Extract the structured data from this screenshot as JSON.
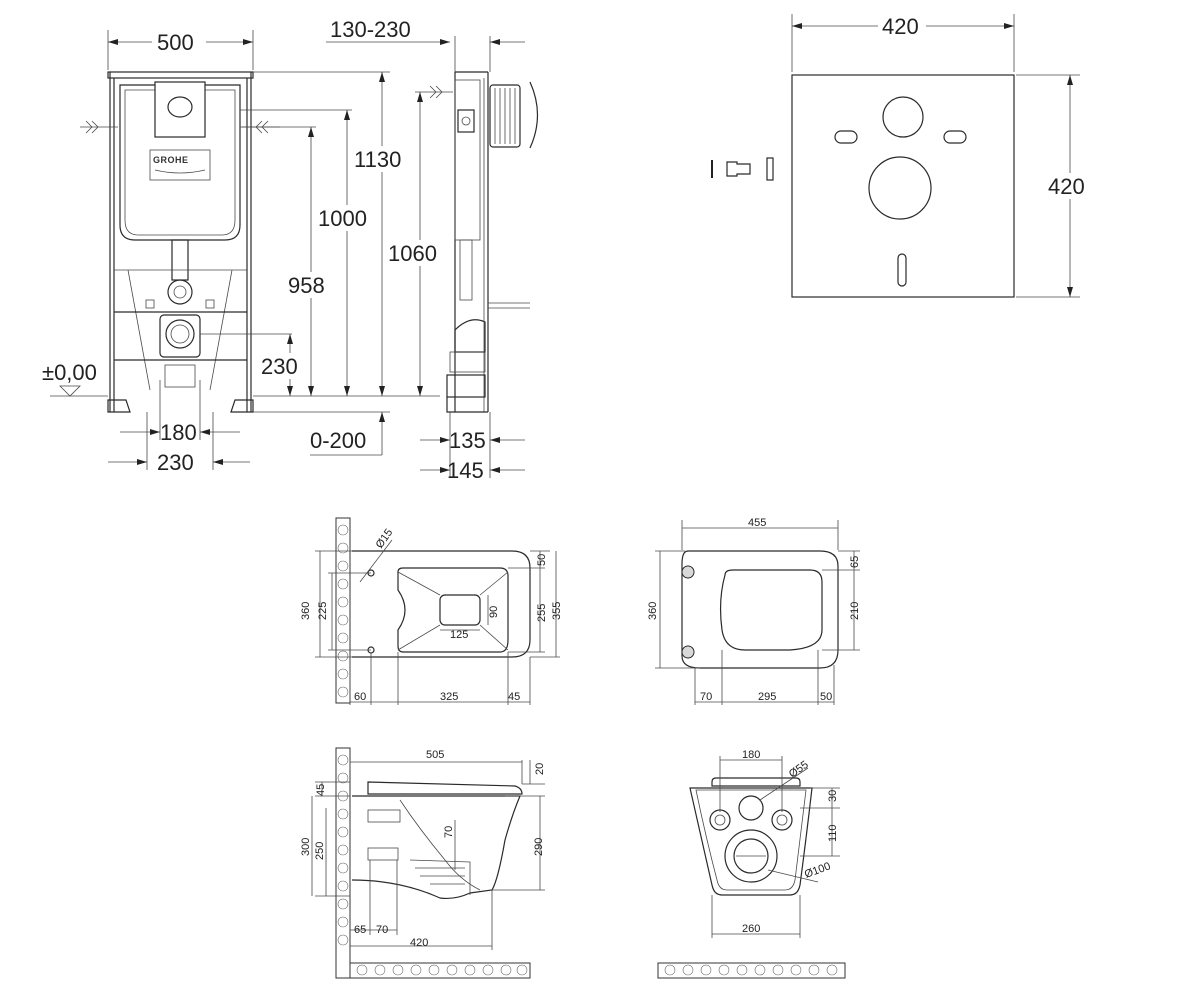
{
  "logo_text": "GROHE",
  "frame_elevation": {
    "width": "500",
    "depth_range": "130-230",
    "height_total": "1130",
    "height_1000": "1000",
    "height_958": "958",
    "height_230": "230",
    "floor_ref": "±0,00",
    "pipe_spacing": "180",
    "outer_spacing": "230",
    "floor_adjust": "0-200"
  },
  "frame_side": {
    "height_1060": "1060",
    "depth_135": "135",
    "depth_145": "145"
  },
  "sound_mat": {
    "width": "420",
    "height": "420"
  },
  "bowl_top": {
    "diam_15": "Ø15",
    "height_360": "360",
    "dim_225": "225",
    "dim_50": "50",
    "dim_255": "255",
    "dim_355": "355",
    "dim_90": "90",
    "dim_125": "125",
    "dim_60": "60",
    "dim_325": "325",
    "dim_45": "45"
  },
  "seat_top": {
    "width_455": "455",
    "height_360": "360",
    "dim_65": "65",
    "dim_210": "210",
    "dim_70": "70",
    "dim_295": "295",
    "dim_50": "50"
  },
  "bowl_side": {
    "length_505": "505",
    "dim_20": "20",
    "dim_45": "45",
    "dim_300": "300",
    "dim_250": "250",
    "dim_70": "70",
    "dim_290": "290",
    "dim_65": "65",
    "dim_70b": "70",
    "dim_420": "420"
  },
  "bowl_rear": {
    "dim_180": "180",
    "diam_55": "Ø55",
    "dim_30": "30",
    "dim_110": "110",
    "diam_100": "Ø100",
    "dim_260": "260"
  }
}
